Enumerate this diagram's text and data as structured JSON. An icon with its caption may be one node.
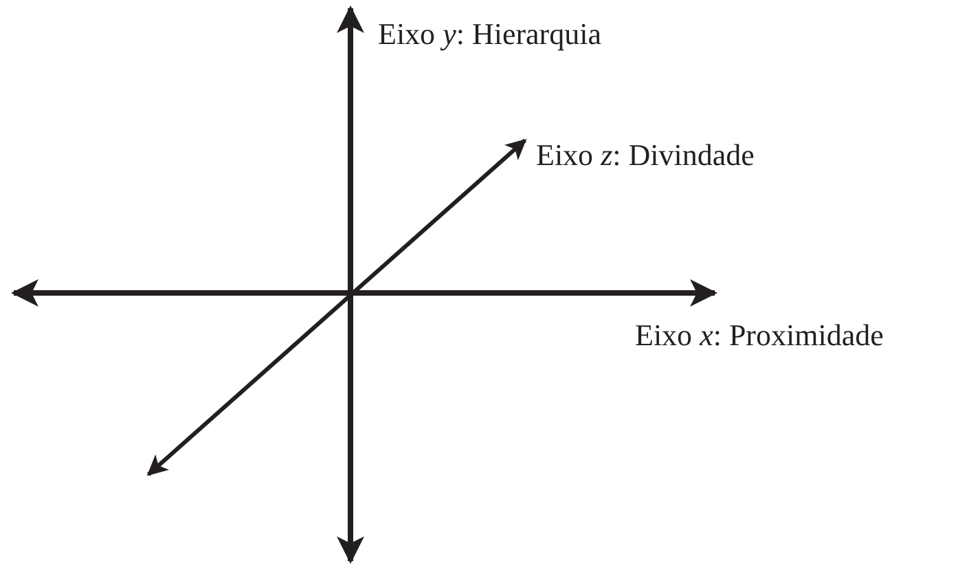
{
  "diagram": {
    "labels": [
      "Eixo *y*: Hierarquia",
      "Eixo *z*: Divindade",
      "Eixo *x*: Proximidade"
    ]
  }
}
